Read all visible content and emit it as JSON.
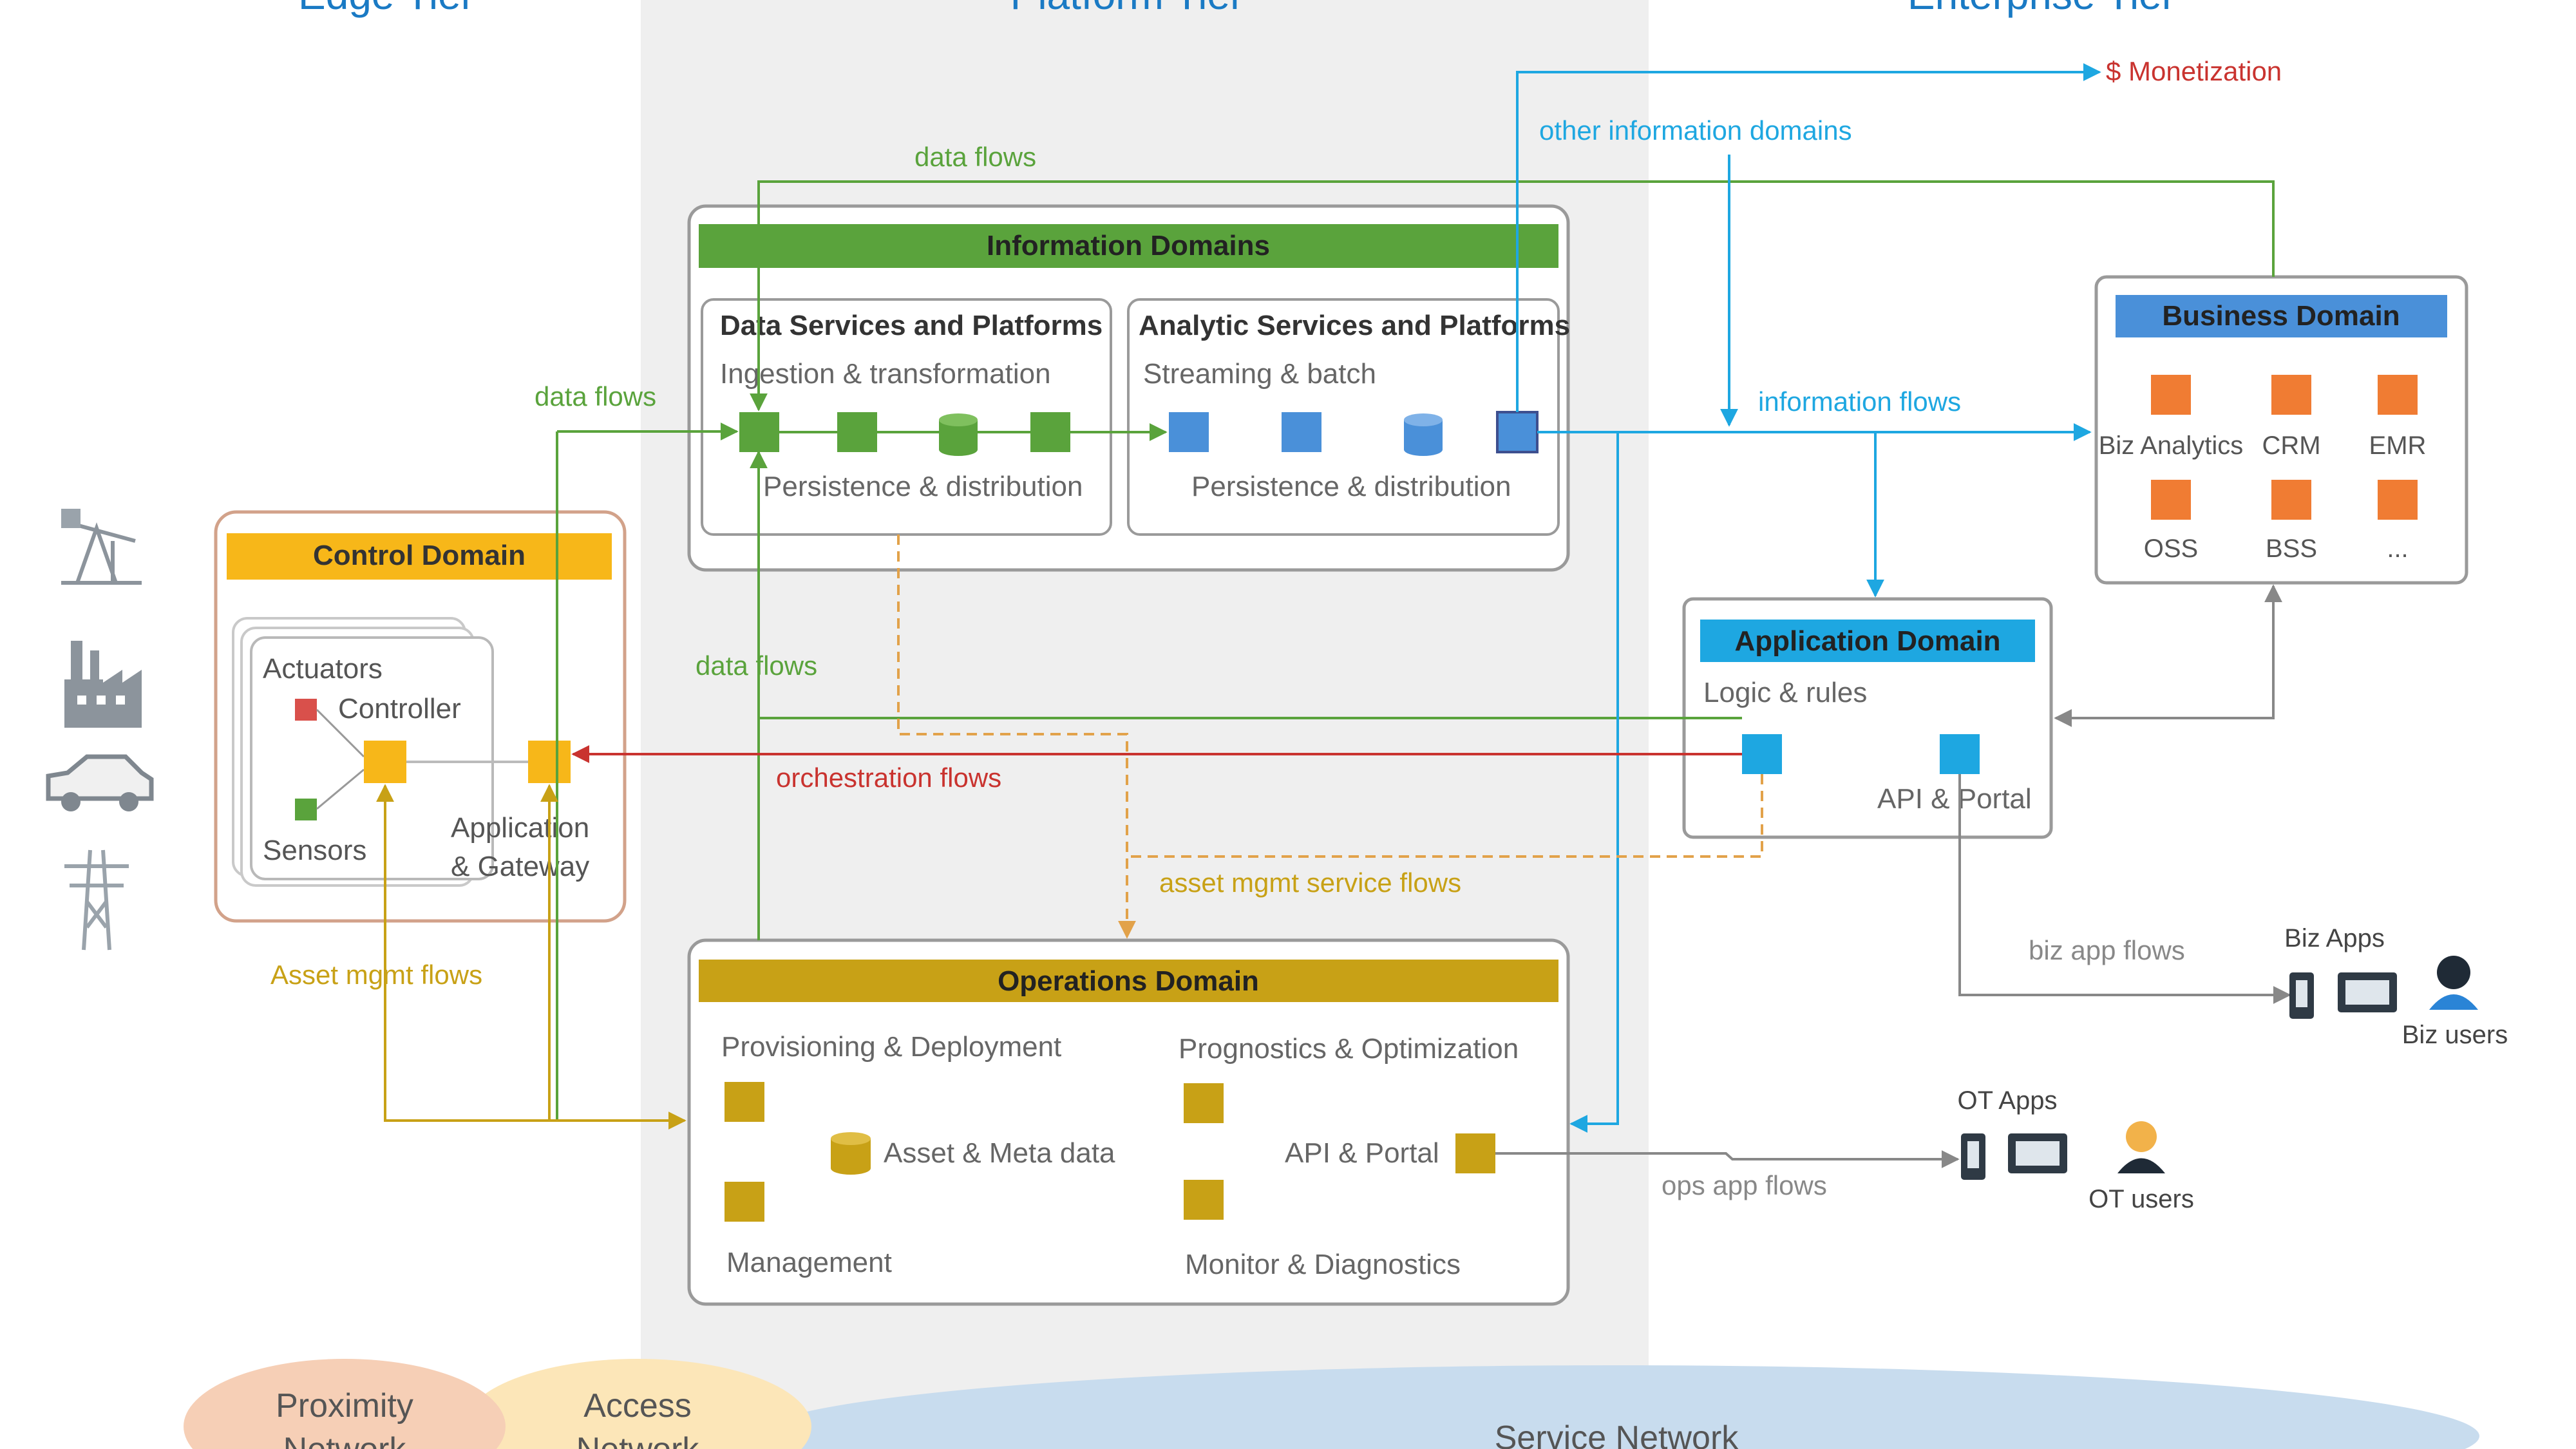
{
  "tiers": {
    "edge": "Edge Tier",
    "platform": "Platform Tier",
    "enterprise": "Enterprise Tier"
  },
  "flows": {
    "monetization": "$ Monetization",
    "other_info_domains": "other information domains",
    "data_flows_top": "data flows",
    "data_flows_left": "data flows",
    "data_flows_mid": "data flows",
    "information_flows": "information flows",
    "orchestration_flows": "orchestration flows",
    "asset_mgmt_service_flows": "asset mgmt service flows",
    "asset_mgmt_flows": "Asset mgmt flows",
    "biz_app_flows": "biz app flows",
    "ops_app_flows": "ops app flows"
  },
  "information_domains": {
    "title": "Information Domains",
    "data_services": {
      "title": "Data Services and Platforms",
      "subtitle": "Ingestion & transformation",
      "footer": "Persistence & distribution"
    },
    "analytic_services": {
      "title": "Analytic Services and Platforms",
      "subtitle": "Streaming & batch",
      "footer": "Persistence & distribution"
    }
  },
  "business_domain": {
    "title": "Business Domain",
    "items": [
      "Biz Analytics",
      "CRM",
      "EMR",
      "OSS",
      "BSS",
      "..."
    ]
  },
  "application_domain": {
    "title": "Application Domain",
    "subtitle": "Logic & rules",
    "api_portal": "API & Portal"
  },
  "control_domain": {
    "title": "Control Domain",
    "actuators": "Actuators",
    "controller": "Controller",
    "sensors": "Sensors",
    "gateway_line1": "Application",
    "gateway_line2": "& Gateway"
  },
  "operations_domain": {
    "title": "Operations Domain",
    "provisioning": "Provisioning & Deployment",
    "prognostics": "Prognostics & Optimization",
    "asset_meta": "Asset & Meta data",
    "api_portal": "API & Portal",
    "management": "Management",
    "monitor": "Monitor & Diagnostics"
  },
  "users": {
    "biz_apps": "Biz Apps",
    "biz_users": "Biz users",
    "ot_apps": "OT Apps",
    "ot_users": "OT users"
  },
  "networks": {
    "proximity_line1": "Proximity",
    "proximity_line2": "Network",
    "access_line1": "Access",
    "access_line2": "Network",
    "service": "Service Network"
  },
  "colors": {
    "green": "#5aa33c",
    "blue": "#1ea7e1",
    "red": "#c9332f",
    "gold": "#c8a116",
    "orange": "#f07c33",
    "yellow": "#f7b719",
    "platform_bg": "#efefef",
    "tier_title": "#1a7ac4"
  }
}
